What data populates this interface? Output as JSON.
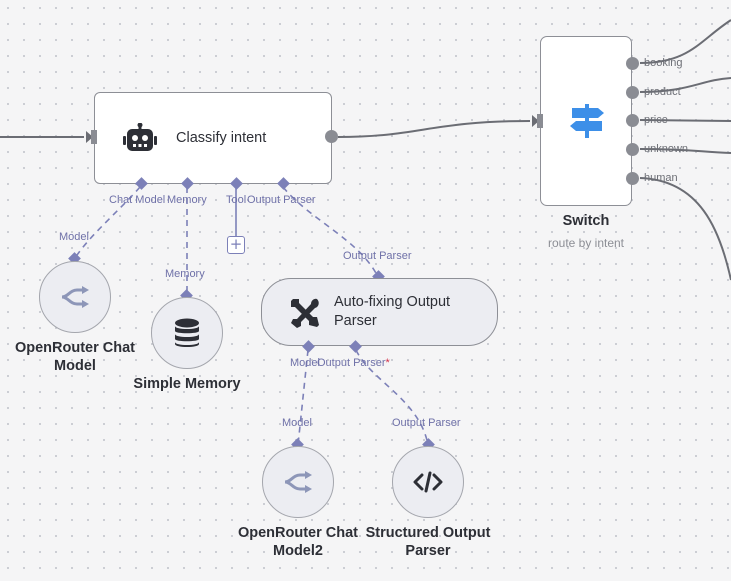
{
  "nodes": {
    "classify": {
      "title": "Classify intent",
      "ports": {
        "chat_model": "Chat Model",
        "memory": "Memory",
        "tool": "Tool",
        "output_parser": "Output Parser"
      }
    },
    "switch": {
      "title": "Switch",
      "subtitle": "route by intent",
      "outputs": [
        "booking",
        "product",
        "price",
        "unknown",
        "human"
      ]
    },
    "openrouter1": {
      "label_line1": "OpenRouter Chat",
      "label_line2": "Model",
      "port": "Model"
    },
    "memory": {
      "label": "Simple Memory",
      "port": "Memory"
    },
    "autofix": {
      "title_line1": "Auto-fixing Output",
      "title_line2": "Parser",
      "in_port": "Output Parser",
      "ports": {
        "model": "Model",
        "output_parser": "Output Parser",
        "required_mark": "*"
      }
    },
    "openrouter2": {
      "label_line1": "OpenRouter Chat",
      "label_line2": "Model2",
      "port": "Model"
    },
    "structured": {
      "label_line1": "Structured Output",
      "label_line2": "Parser",
      "port": "Output Parser"
    }
  },
  "icons": {
    "classify": "robot-icon",
    "switch": "signpost-icon",
    "openrouter": "openrouter-icon",
    "memory": "database-icon",
    "autofix": "tools-icon",
    "structured": "code-icon",
    "add_tool": "plus-icon"
  },
  "colors": {
    "port_accent": "#7c80b8",
    "switch_icon": "#3d8fe8",
    "connection": "#6b6d74"
  }
}
